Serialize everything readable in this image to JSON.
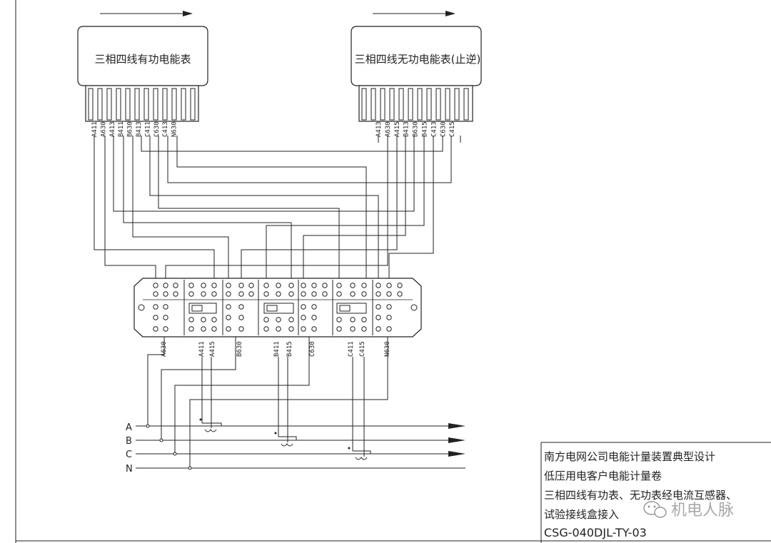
{
  "meters": {
    "active": {
      "title": "三相四线有功电能表",
      "terminals": [
        "A411",
        "A630",
        "A413",
        "B411",
        "B630",
        "B413",
        "C411",
        "C630",
        "C413",
        "N630"
      ]
    },
    "reactive": {
      "title": "三相四线无功电能表(止逆)",
      "terminals": [
        "A413",
        "A630",
        "A415",
        "B413",
        "B630",
        "B415",
        "C413",
        "C630",
        "C415"
      ]
    }
  },
  "test_box": {
    "bottom_labels": [
      "A630",
      "A411",
      "A415",
      "B630",
      "B411",
      "B415",
      "C630",
      "C411",
      "C415",
      "N630"
    ]
  },
  "buses": [
    "A",
    "B",
    "C",
    "N"
  ],
  "title_block": {
    "line1": "南方电网公司电能计量装置典型设计",
    "line2": "低压用电客户电能计量卷",
    "line3": "三相四线有功表、无功表经电流互感器、",
    "line4": "试验接线盒接入",
    "code": "CSG-040DJL-TY-03"
  },
  "watermark": {
    "text": "机电人脉",
    "icon": "wechat-icon"
  }
}
